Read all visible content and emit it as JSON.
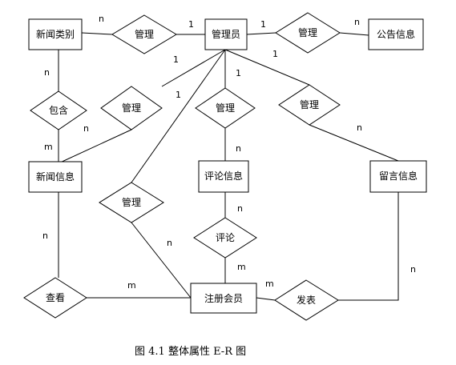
{
  "caption": "图 4.1  整体属性 E-R 图",
  "entities": {
    "news_category": "新闻类别",
    "admin": "管理员",
    "announcement": "公告信息",
    "news_info": "新闻信息",
    "comment_info": "评论信息",
    "message_info": "留言信息",
    "member": "注册会员"
  },
  "relations": {
    "manage_category": "管理",
    "manage_announcement": "管理",
    "contains": "包含",
    "manage_news": "管理",
    "manage_comment": "管理",
    "manage_message": "管理",
    "manage_member": "管理",
    "comment": "评论",
    "view": "查看",
    "publish": "发表"
  },
  "cardinalities": {
    "category_manage": "n",
    "admin_manage_category": "1",
    "admin_manage_announcement": "1",
    "announcement_manage": "n",
    "category_contains": "n",
    "admin_news": "1",
    "admin_member": "1",
    "admin_comment": "1",
    "admin_message": "1",
    "contains_news": "m",
    "manage_news_n": "n",
    "comment_manage_n": "n",
    "message_manage_n": "n",
    "comment_info_n": "n",
    "news_view_n": "n",
    "member_manage_n": "n",
    "comment_member_m": "m",
    "view_member_m": "m",
    "member_publish_m": "m",
    "message_publish_n": "n"
  }
}
